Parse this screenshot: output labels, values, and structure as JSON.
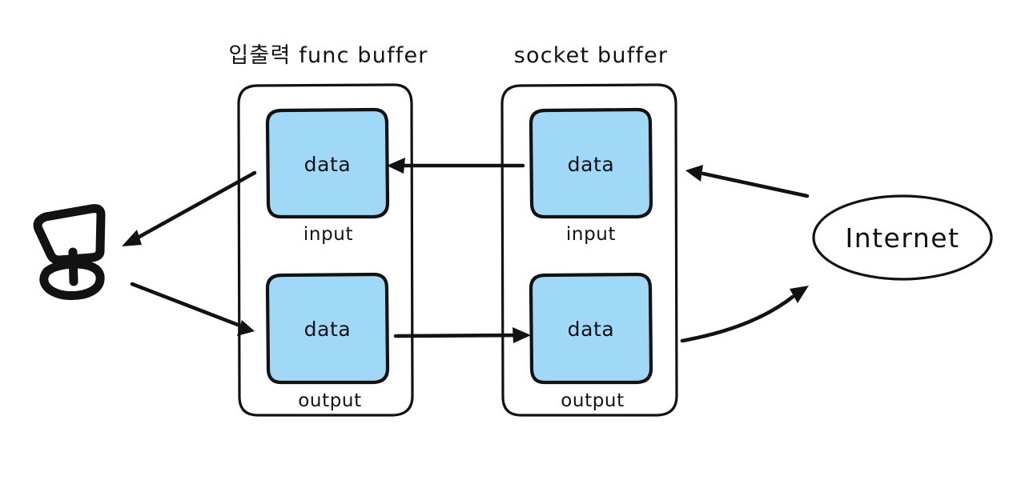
{
  "diagram": {
    "type": "flow-diagram",
    "background_color": "#ffffff",
    "ink_color": "#121212",
    "data_fill_color": "#a0d8f8",
    "titles": {
      "left": "입출력 func buffer",
      "right": "socket buffer"
    },
    "containers": [
      {
        "id": "func-buffer",
        "title": "입출력 func buffer",
        "slots": [
          {
            "id": "func-input",
            "box_label": "data",
            "caption": "input"
          },
          {
            "id": "func-output",
            "box_label": "data",
            "caption": "output"
          }
        ]
      },
      {
        "id": "socket-buffer",
        "title": "socket buffer",
        "slots": [
          {
            "id": "socket-input",
            "box_label": "data",
            "caption": "input"
          },
          {
            "id": "socket-output",
            "box_label": "data",
            "caption": "output"
          }
        ]
      }
    ],
    "nodes": [
      {
        "id": "computer",
        "icon": "computer-monitor-icon",
        "label": ""
      },
      {
        "id": "internet",
        "shape": "ellipse",
        "label": "Internet"
      }
    ],
    "arrows": [
      {
        "id": "socket-input-to-func-input",
        "from": "socket-input",
        "to": "func-input",
        "direction": "left"
      },
      {
        "id": "func-output-to-socket-output",
        "from": "func-output",
        "to": "socket-output",
        "direction": "right"
      },
      {
        "id": "func-input-to-computer",
        "from": "func-input",
        "to": "computer",
        "direction": "down-left"
      },
      {
        "id": "computer-to-func-output",
        "from": "computer",
        "to": "func-output",
        "direction": "down-right"
      },
      {
        "id": "internet-to-socket-input",
        "from": "internet",
        "to": "socket-input",
        "direction": "up-left"
      },
      {
        "id": "socket-output-to-internet",
        "from": "socket-output",
        "to": "internet",
        "direction": "up-right"
      }
    ]
  }
}
